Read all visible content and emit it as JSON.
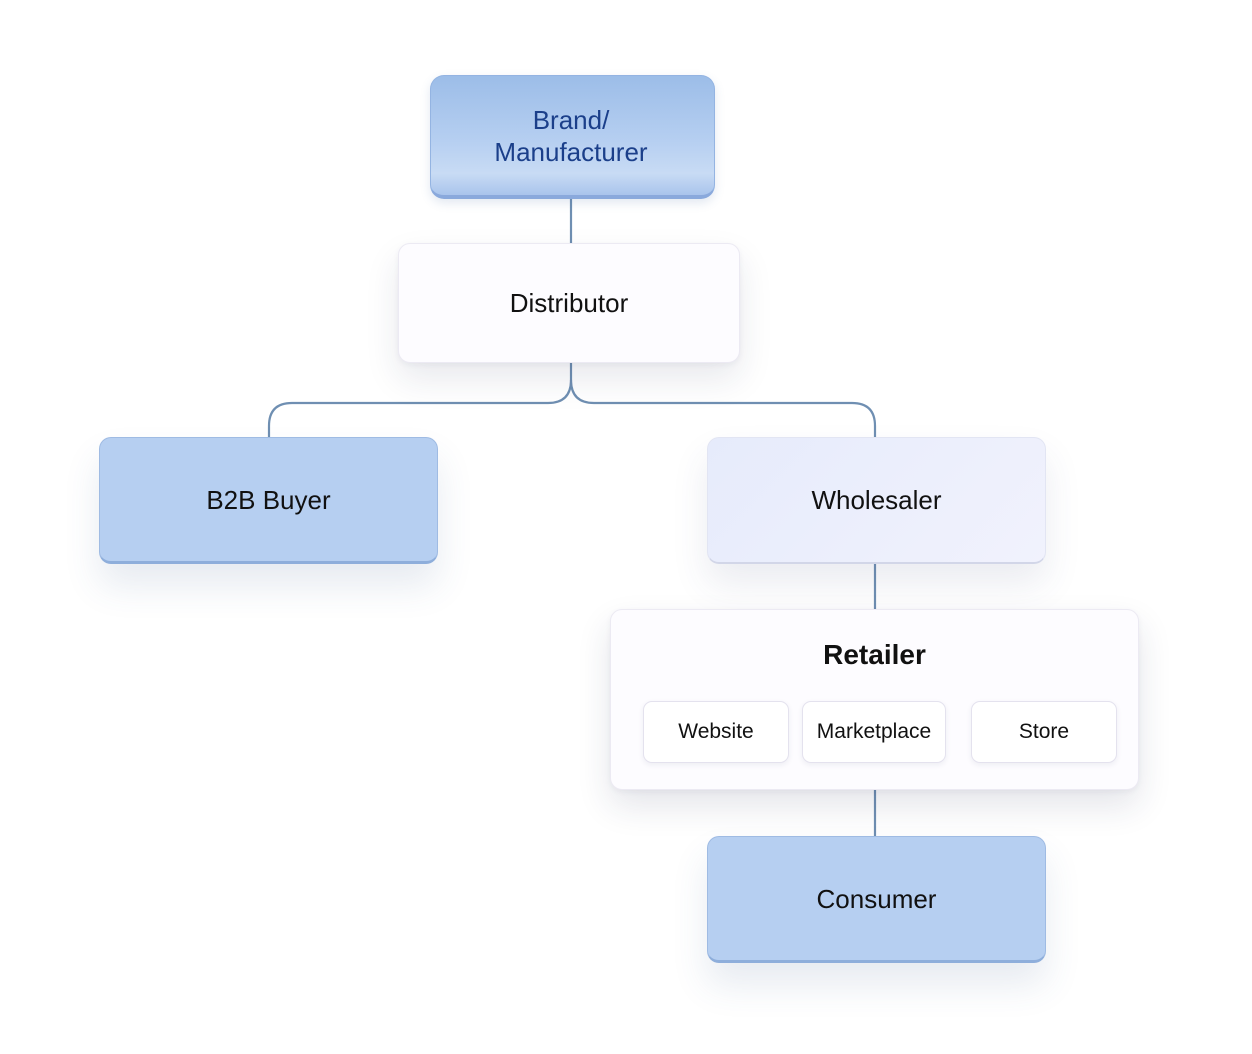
{
  "diagram": {
    "nodes": {
      "brand": "Brand/ Manufacturer",
      "distributor": "Distributor",
      "b2b_buyer": "B2B Buyer",
      "wholesaler": "Wholesaler",
      "retailer": {
        "title": "Retailer",
        "channels": [
          "Website",
          "Marketplace",
          "Store"
        ]
      },
      "consumer": "Consumer"
    },
    "edges": [
      [
        "brand",
        "distributor"
      ],
      [
        "distributor",
        "b2b_buyer"
      ],
      [
        "distributor",
        "wholesaler"
      ],
      [
        "wholesaler",
        "retailer"
      ],
      [
        "retailer",
        "consumer"
      ]
    ],
    "colors": {
      "connector": "#6f8fb2",
      "blue_node": "#b6cff1",
      "brand_text": "#1b3f8a",
      "lavender_node": "#eceffb",
      "white_node": "#fdfcff"
    }
  }
}
